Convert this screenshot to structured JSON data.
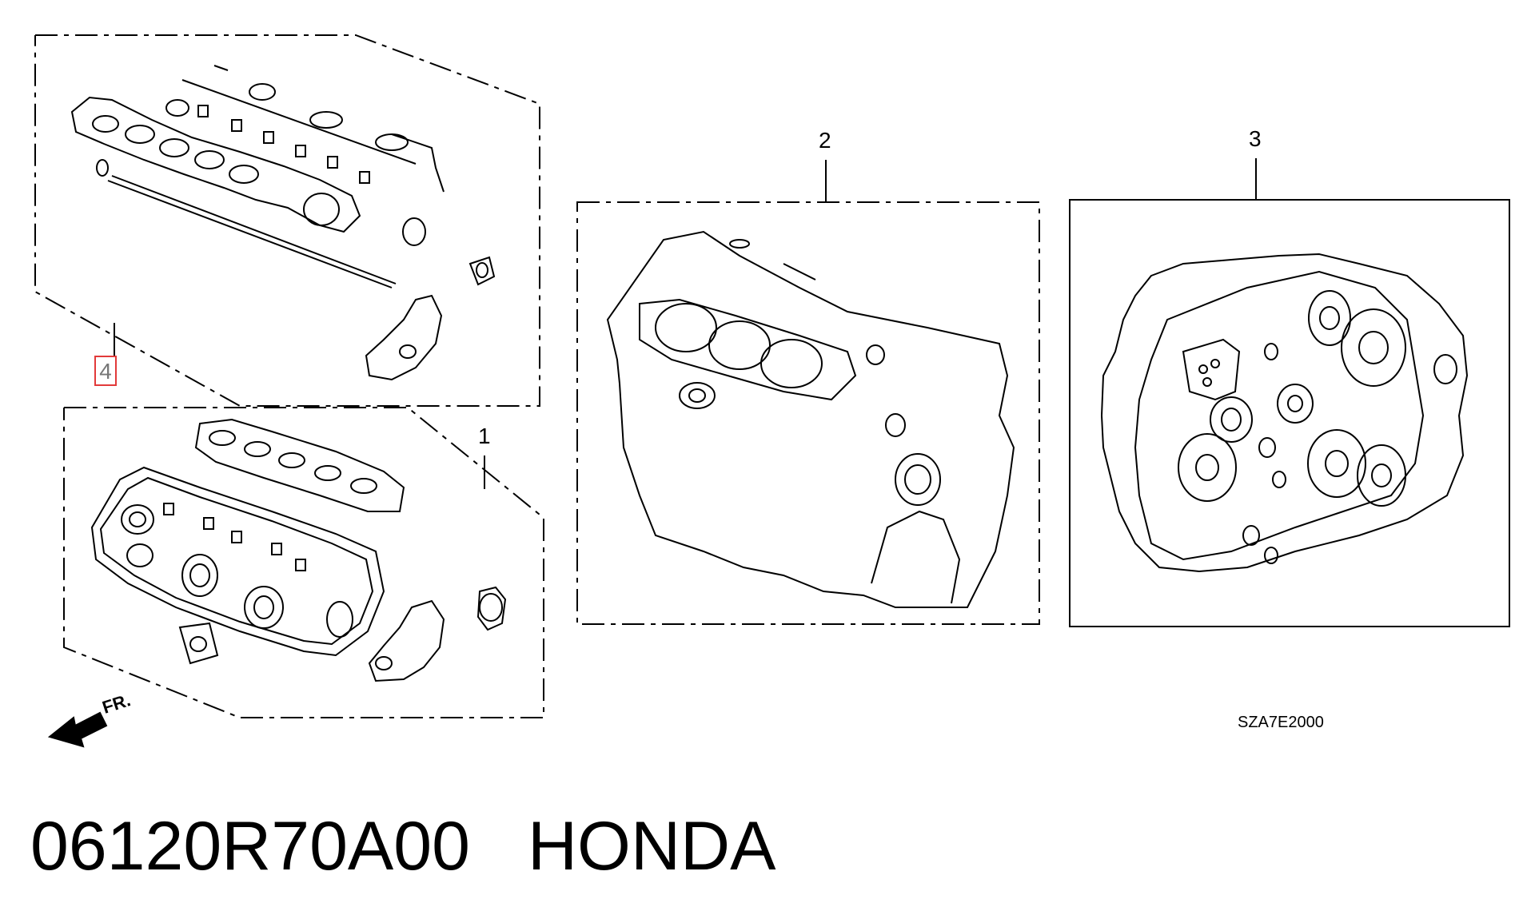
{
  "callouts": {
    "item1": "1",
    "item2": "2",
    "item3": "3",
    "item4": "4"
  },
  "direction_label": "FR.",
  "figure_code": "SZA7E2000",
  "part_number": "06120R70A00",
  "brand": "HONDA",
  "colors": {
    "line": "#000000",
    "highlight": "#e23a3a"
  }
}
